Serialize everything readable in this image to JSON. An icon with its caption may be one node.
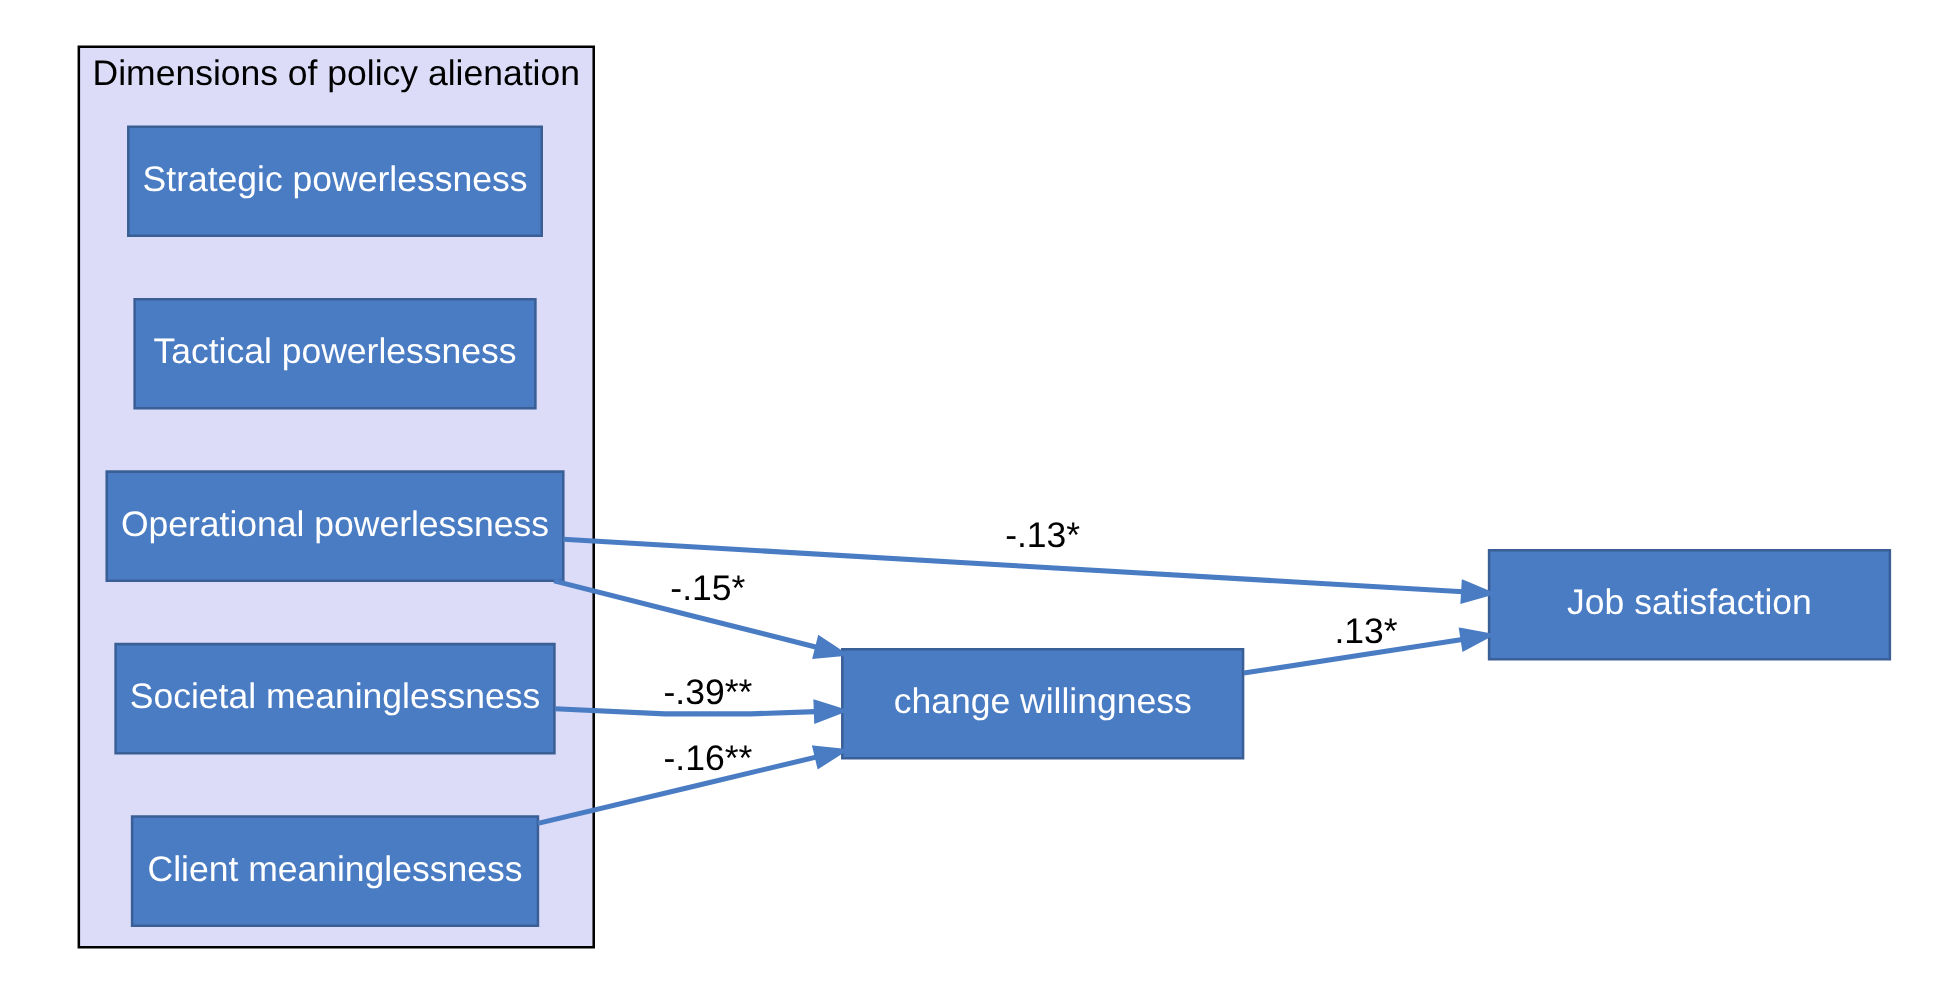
{
  "diagram": {
    "nodes": [
      {
        "text": [
          "Dimensions of policy alienation"
        ]
      },
      {
        "text": [
          "Strategic powerlessness"
        ],
        "in": 0
      },
      {
        "text": [
          "Tactical powerlessness"
        ],
        "in": 0
      },
      {
        "text": [
          "Operational powerlessness"
        ],
        "in": 0
      },
      {
        "text": [
          "Societal meaninglessness"
        ],
        "in": 0
      },
      {
        "text": [
          "Client meaninglessness"
        ],
        "in": 0
      },
      {
        "text": [
          "change willingness"
        ]
      },
      {
        "text": [
          "Job satisfaction"
        ]
      }
    ],
    "edges": [
      {
        "from": 3,
        "to": 7,
        "arrow": "to",
        "label": "-.13*"
      },
      {
        "from": 3,
        "to": 6,
        "arrow": "to",
        "label": "-.15*"
      },
      {
        "from": 4,
        "to": 6,
        "arrow": "to",
        "label": "-.39**"
      },
      {
        "from": 5,
        "to": 6,
        "arrow": "to",
        "label": "-.16**"
      },
      {
        "from": 6,
        "to": 7,
        "arrow": "to",
        "label": ".13*"
      }
    ]
  }
}
